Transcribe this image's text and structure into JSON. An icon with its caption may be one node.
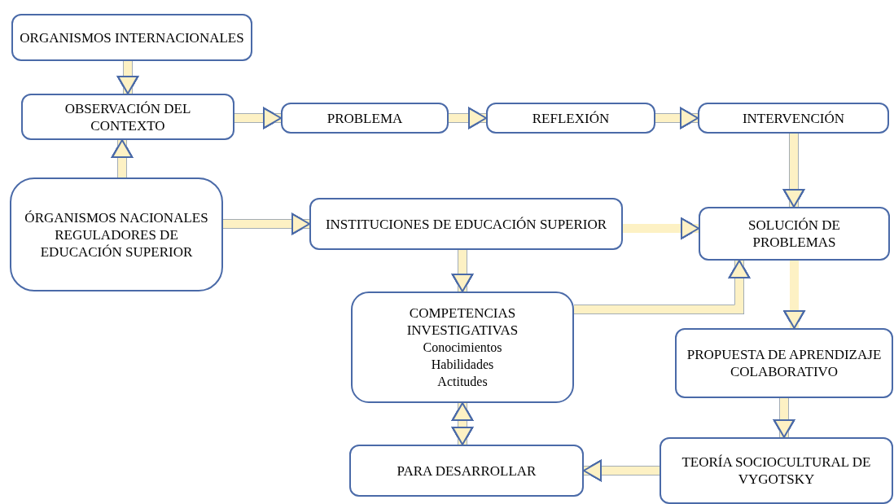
{
  "diagram": {
    "nodes": [
      {
        "text": [
          "ORGANISMOS INTERNACIONALES"
        ]
      },
      {
        "text": [
          "OBSERVACIÓN DEL CONTEXTO"
        ]
      },
      {
        "text": [
          "PROBLEMA"
        ]
      },
      {
        "text": [
          "REFLEXIÓN"
        ]
      },
      {
        "text": [
          "INTERVENCIÓN"
        ]
      },
      {
        "text": [
          "ÓRGANISMOS NACIONALES REGULADORES DE EDUCACIÓN SUPERIOR"
        ]
      },
      {
        "text": [
          "INSTITUCIONES DE EDUCACIÓN SUPERIOR"
        ]
      },
      {
        "text": [
          "SOLUCIÓN DE PROBLEMAS"
        ]
      },
      {
        "text": [
          "COMPETENCIAS INVESTIGATIVAS",
          "Conocimientos Habilidades Actitudes"
        ]
      },
      {
        "text": [
          "PROPUESTA DE APRENDIZAJE COLABORATIVO"
        ]
      },
      {
        "text": [
          "PARA DESARROLLAR"
        ]
      },
      {
        "text": [
          "TEORÍA SOCIOCULTURAL DE VYGOTSKY"
        ]
      }
    ],
    "edges": [
      {
        "from": 0,
        "to": 1,
        "arrow": "to"
      },
      {
        "from": 5,
        "to": 1,
        "arrow": "to"
      },
      {
        "from": 1,
        "to": 2,
        "arrow": "to"
      },
      {
        "from": 2,
        "to": 3,
        "arrow": "to"
      },
      {
        "from": 3,
        "to": 4,
        "arrow": "to"
      },
      {
        "from": 4,
        "to": 7,
        "arrow": "to"
      },
      {
        "from": 5,
        "to": 6,
        "arrow": "to"
      },
      {
        "from": 6,
        "to": 7,
        "arrow": "to"
      },
      {
        "from": 6,
        "to": 8,
        "arrow": "to"
      },
      {
        "from": 8,
        "to": 7,
        "arrow": "to"
      },
      {
        "from": 7,
        "to": 9,
        "arrow": "to"
      },
      {
        "from": 9,
        "to": 11,
        "arrow": "to"
      },
      {
        "from": 11,
        "to": 10,
        "arrow": "to"
      },
      {
        "from": 8,
        "to": 10,
        "arrow": "both"
      }
    ]
  }
}
